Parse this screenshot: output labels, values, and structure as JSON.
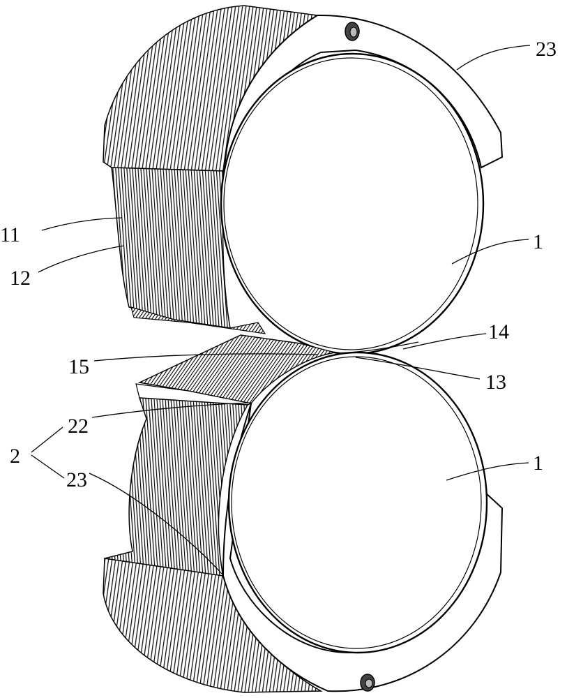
{
  "figure": {
    "labels": {
      "upper_ring": "23",
      "upper_disk": "1",
      "lead_11": "11",
      "lead_12": "12",
      "lead_14": "14",
      "lead_13": "13",
      "lead_15": "15",
      "lead_22": "22",
      "group_2": "2",
      "lower_ring": "23",
      "lower_disk": "1"
    }
  }
}
